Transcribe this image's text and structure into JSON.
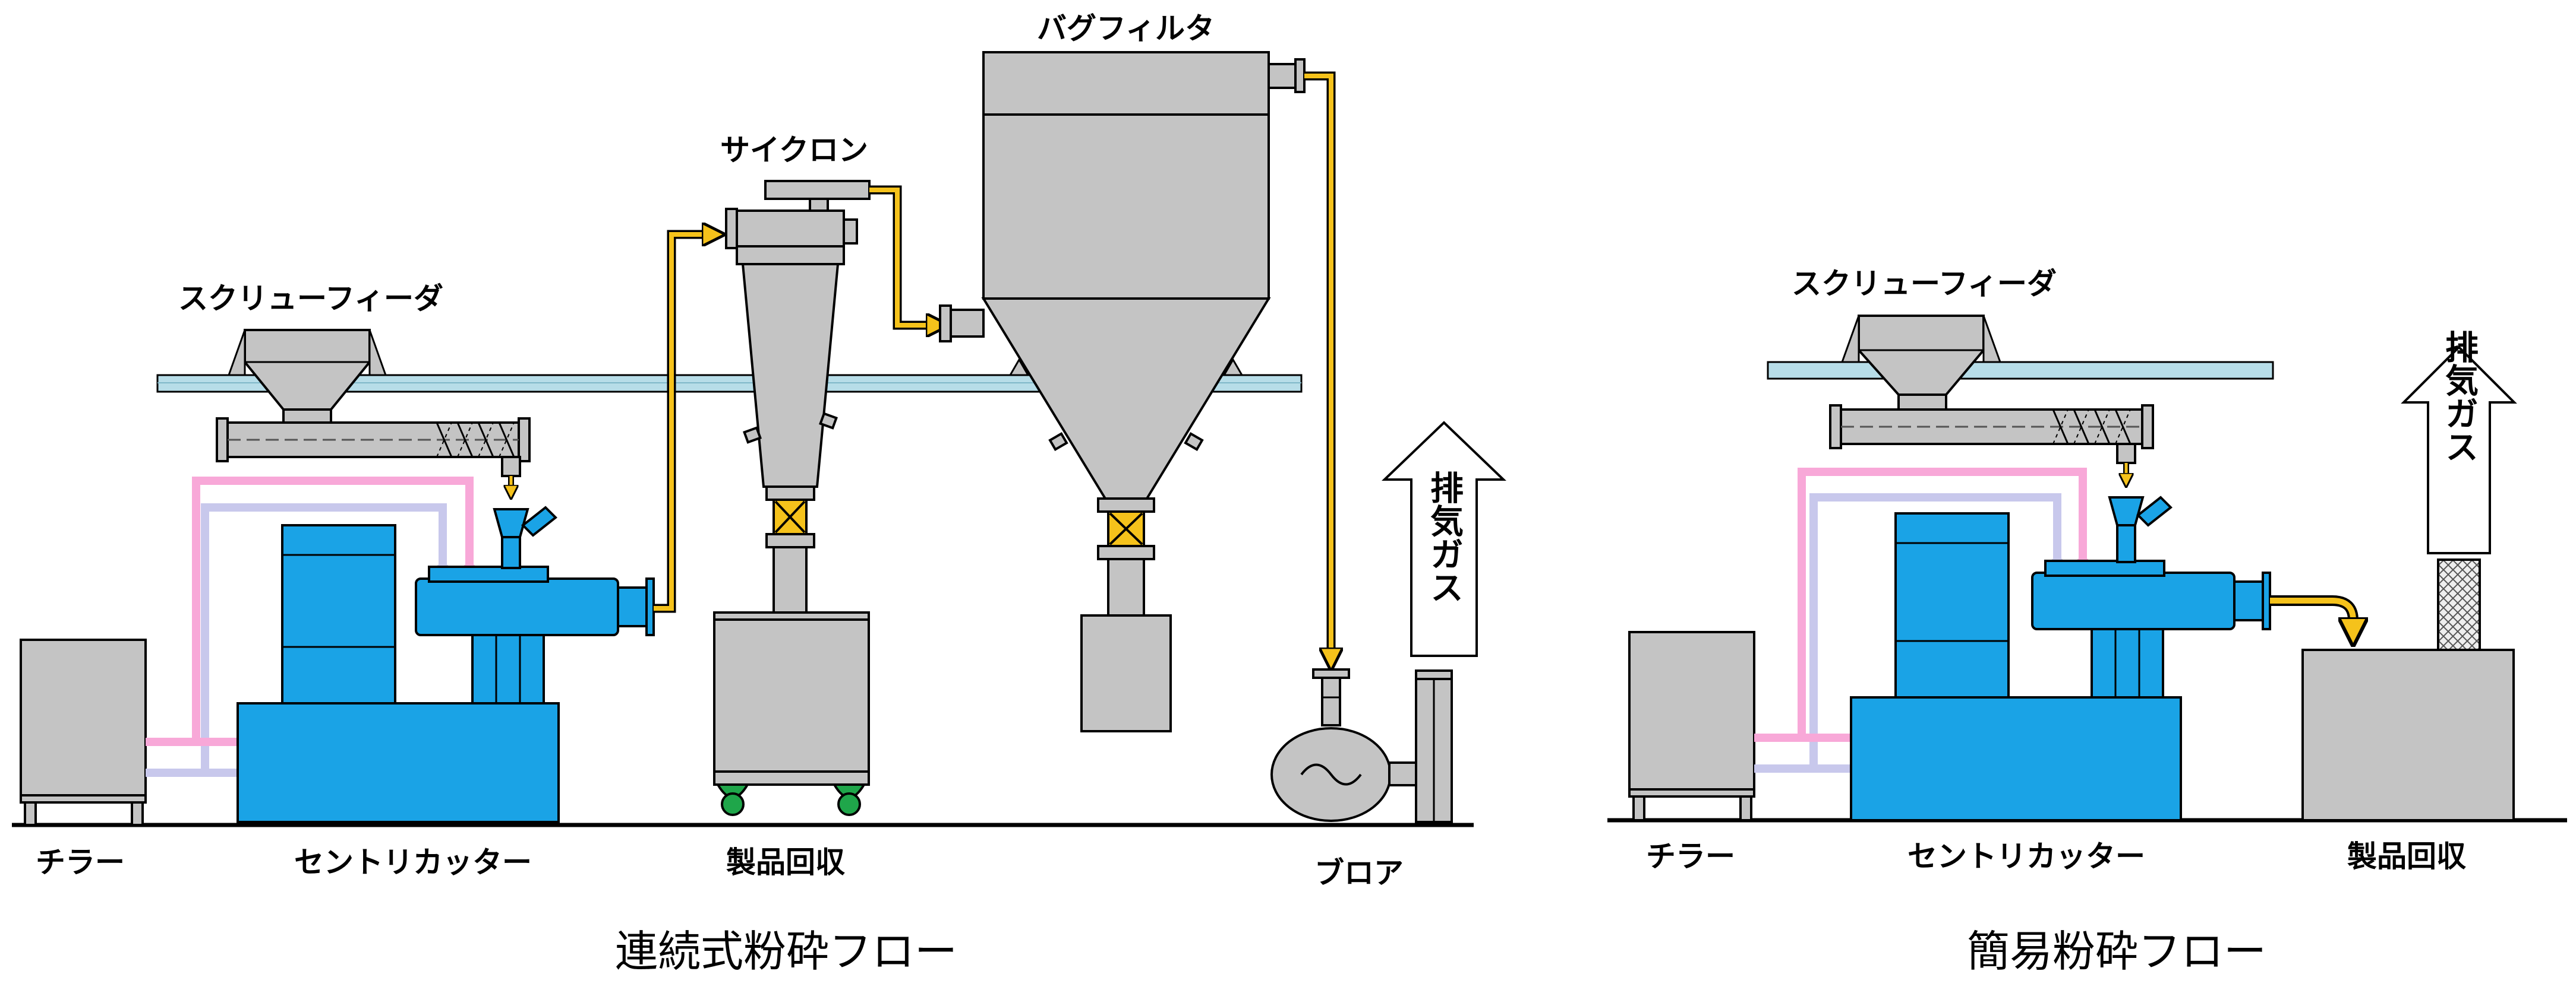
{
  "colors": {
    "machine_blue": "#1aa3e6",
    "equipment_gray": "#c4c4c4",
    "floor_blue": "#b7dde8",
    "pipe_pink": "#f8a8d8",
    "pipe_lavender": "#c8c8ec",
    "flow_yellow": "#f5c21b",
    "wheel_green": "#1fa64a"
  },
  "continuous": {
    "caption": "連続式粉砕フロー",
    "labels": {
      "screw_feeder": "スクリューフィーダ",
      "cyclone": "サイクロン",
      "bag_filter": "バグフィルタ",
      "chiller": "チラー",
      "centrifugal_cutter": "セントリカッター",
      "product_collection": "製品回収",
      "blower": "ブロア"
    },
    "exhaust_label": "排気ガス"
  },
  "simple": {
    "caption": "簡易粉砕フロー",
    "labels": {
      "screw_feeder": "スクリューフィーダ",
      "chiller": "チラー",
      "centrifugal_cutter": "セントリカッター",
      "product_collection": "製品回収"
    },
    "exhaust_label": "排気ガス"
  }
}
